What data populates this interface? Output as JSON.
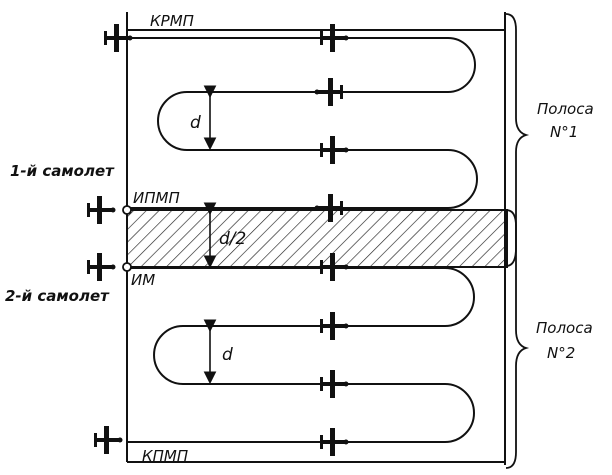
{
  "labels": {
    "krmp": "КРМП",
    "ipmp": "ИПМП",
    "im": "ИМ",
    "kpmp": "КПМП",
    "plane1": "1-й самолет",
    "plane2": "2-й самолет",
    "d_top": "d",
    "d_half": "d/2",
    "d_bottom": "d",
    "band1_line1": "Полоса",
    "band1_line2": "N°1",
    "band2_line1": "Полоса",
    "band2_line2": "N°2"
  },
  "colors": {
    "ink": "#111111",
    "hatch": "#222222",
    "paper": "#ffffff"
  },
  "icons": {
    "aircraft": "airplane-icon",
    "beacon": "beacon-point-icon"
  }
}
